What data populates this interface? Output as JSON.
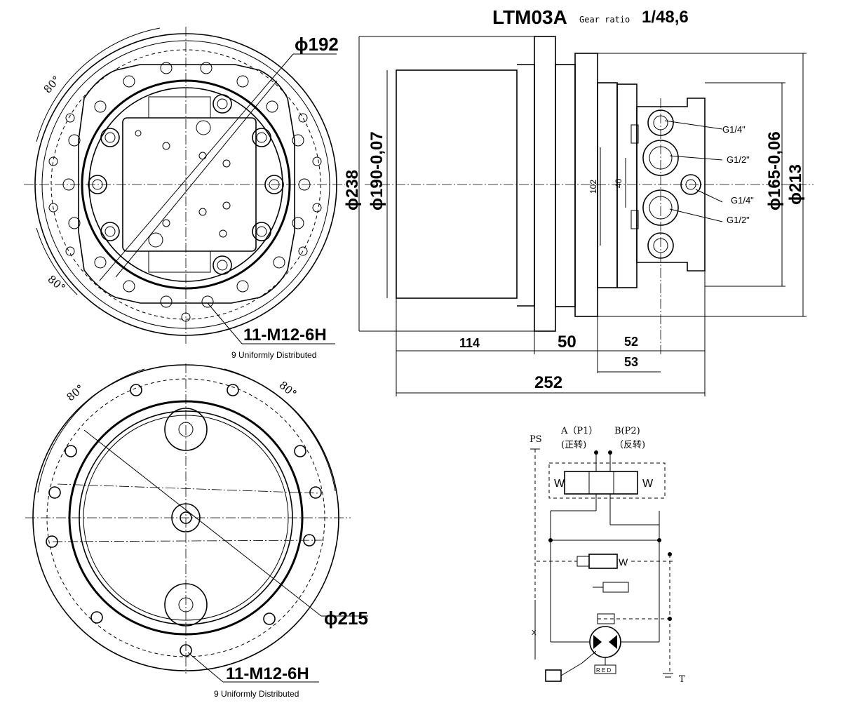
{
  "title": {
    "model": "LTM03A",
    "ratio_label": "Gear ratio",
    "ratio_value": "1/48,6"
  },
  "top_view": {
    "dia_192": "ϕ192",
    "angle_top": "80°",
    "angle_bottom": "80°",
    "thread_label": "11-M12-6H",
    "thread_note": "9 Uniformly Distributed"
  },
  "bottom_view": {
    "angle_left": "80°",
    "angle_right": "80°",
    "dia_215": "ϕ215",
    "thread_label": "11-M12-6H",
    "thread_note": "9 Uniformly Distributed"
  },
  "side_view": {
    "dim_238": "ϕ238",
    "dim_190": "ϕ190-0,07",
    "dim_165": "ϕ165-0,06",
    "dim_213": "ϕ213",
    "dim_102": "102",
    "dim_40": "40",
    "port_g14_a": "G1/4\"",
    "port_g12_a": "G1/2\"",
    "port_g14_b": "G1/4\"",
    "port_g12_b": "G1/2\"",
    "dim_114": "114",
    "dim_50": "50",
    "dim_52": "52",
    "dim_53": "53",
    "dim_252": "252"
  },
  "schematic": {
    "ps": "PS",
    "port_a": "A（P1）",
    "port_a_dir": "(正转)",
    "port_b": "B(P2)",
    "port_b_dir": "（反转)",
    "t": "T",
    "w_left": "W",
    "w_right": "W",
    "w_mid": "W",
    "x": "X",
    "red": "R E D"
  }
}
